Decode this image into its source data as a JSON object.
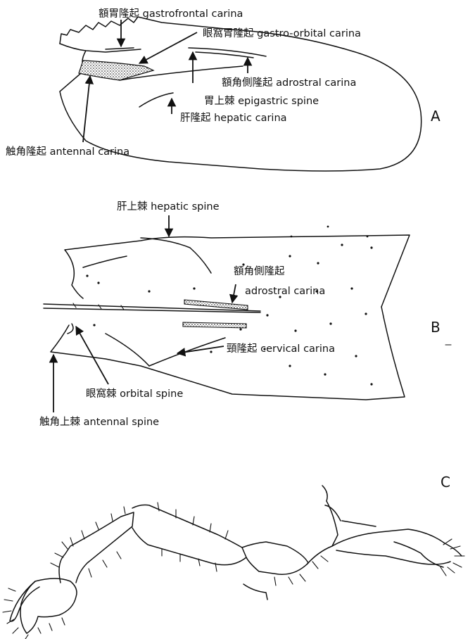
{
  "panels": [
    "A",
    "B",
    "C"
  ],
  "labels_a": {
    "gastrofrontal": "額胃隆起 gastrofrontal carina",
    "gastro_orbital": "眼窩胃隆起 gastro-orbital carina",
    "adrostral": "額角側隆起 adrostral carina",
    "epigastric": "胃上棘 epigastric spine",
    "hepatic_carina": "肝隆起 hepatic carina",
    "antennal_carina": "触角隆起 antennal carina"
  },
  "labels_b": {
    "hepatic_spine": "肝上棘 hepatic spine",
    "adrostral_jp": "額角側隆起",
    "adrostral_en": "adrostral carina",
    "cervical": "頸隆起 cervical carina",
    "orbital_spine": "眼窩棘 orbital spine",
    "antennal_spine": "触角上棘 antennal spine"
  }
}
